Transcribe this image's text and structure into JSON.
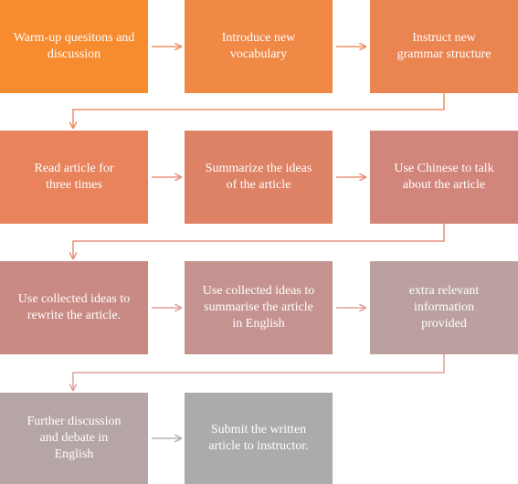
{
  "title": "",
  "steps": [
    {
      "label": "Warm-up quesitons and discussion",
      "color": "#F68B2F"
    },
    {
      "label": "Introduce new vocabulary",
      "color": "#F08846"
    },
    {
      "label": "Instruct new grammar structure",
      "color": "#EA8450"
    },
    {
      "label": "Read article for three times",
      "color": "#E8835C"
    },
    {
      "label": "Summarize the ideas of the article",
      "color": "#DE8266"
    },
    {
      "label": "Use Chinese to talk about the article",
      "color": "#D2857A"
    },
    {
      "label": "Use collected ideas to rewrite the article.",
      "color": "#C98A84"
    },
    {
      "label": "Use collected ideas to summarise the article in English",
      "color": "#C4938F"
    },
    {
      "label": "extra relevant information provided",
      "color": "#BAA09E"
    },
    {
      "label": "Further discussion and debate in English",
      "color": "#B5A5A5"
    },
    {
      "label": "Submit the written article to instructor.",
      "color": "#ABABAB"
    }
  ],
  "arrow_colors": {
    "row1": "#EF8F60",
    "row2": "#E89078",
    "row3": "#DDA29C",
    "row4": "#B8B0B0"
  }
}
